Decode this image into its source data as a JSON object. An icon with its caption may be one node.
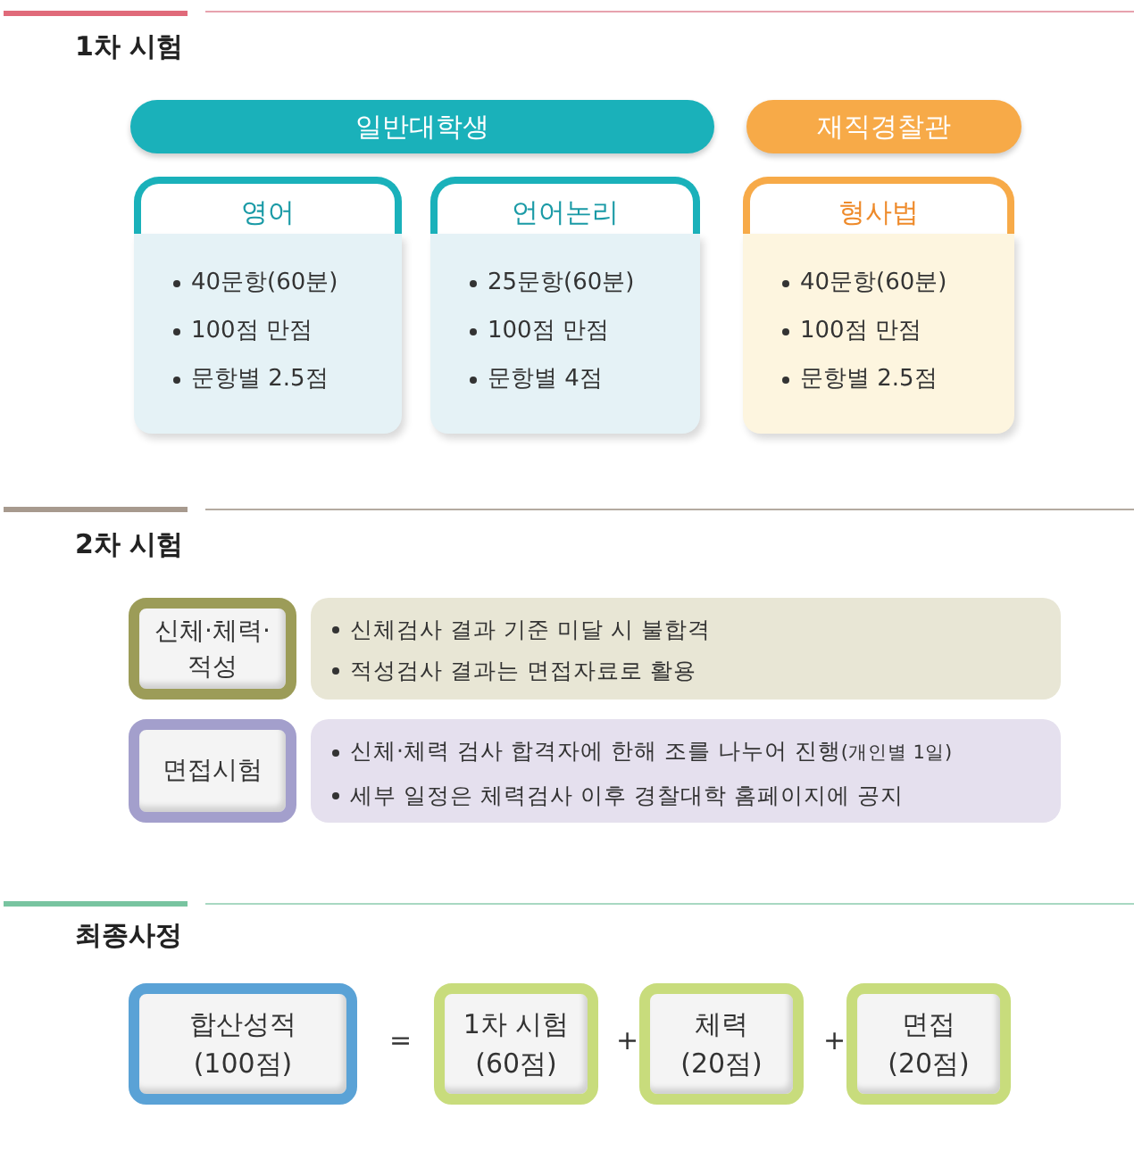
{
  "diagram": {
    "nodes": [
      {
        "text": [
          "일반대학생"
        ]
      },
      {
        "text": [
          "재직경찰관"
        ]
      },
      {
        "text": [
          "영어",
          "40문항(60분)",
          "100점 만점",
          "문항별 2.5점"
        ]
      },
      {
        "text": [
          "언어논리",
          "25문항(60분)",
          "100점 만점",
          "문항별 4점"
        ]
      },
      {
        "text": [
          "형사법",
          "40문항(60분)",
          "100점 만점",
          "문항별 2.5점"
        ]
      },
      {
        "text": [
          "신체·체력·적성"
        ]
      },
      {
        "text": [
          "신체검사 결과 기준 미달 시 불합격",
          "적성검사 결과는 면접자료로 활용"
        ]
      },
      {
        "text": [
          "면접시험"
        ]
      },
      {
        "text": [
          "신체·체력 검사 합격자에 한해 조를 나누어 진행(개인별 1일)",
          "세부 일정은 체력검사 이후 경찰대학 홈페이지에 공지"
        ]
      },
      {
        "text": [
          "합산성적 (100점)"
        ]
      },
      {
        "text": [
          "1차 시험 (60점)"
        ]
      },
      {
        "text": [
          "체력 (20점)"
        ]
      },
      {
        "text": [
          "면접 (20점)"
        ]
      }
    ],
    "labels": [
      "1차 시험",
      "2차 시험",
      "최종사정",
      "=",
      "+",
      "+"
    ]
  }
}
